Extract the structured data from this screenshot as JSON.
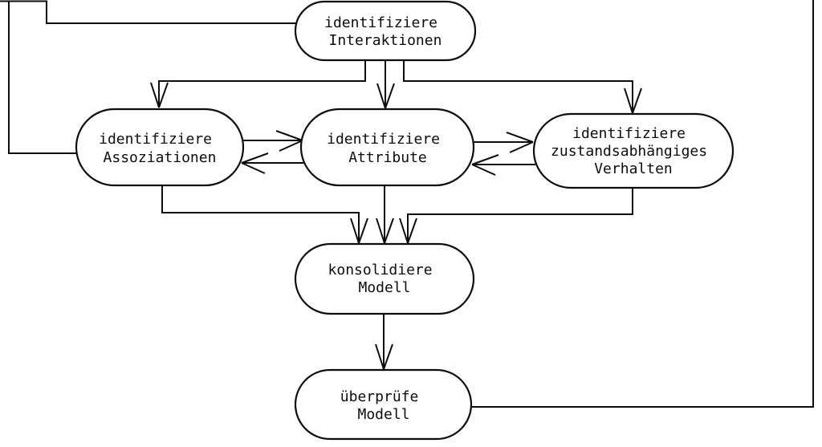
{
  "canvas": {
    "background": "#ffffff",
    "line_color": "#0d0d0d",
    "text_color": "#0d0d0d"
  },
  "nodes": {
    "interaktionen": {
      "line1": "identifiziere",
      "line2": "Interaktionen"
    },
    "assoziationen": {
      "line1": "identifiziere",
      "line2": "Assoziationen"
    },
    "attribute": {
      "line1": "identifiziere",
      "line2": "Attribute"
    },
    "verhalten": {
      "line1": "identifiziere",
      "line2": "zustandsabhängiges",
      "line3": "Verhalten"
    },
    "konsolidiere": {
      "line1": "konsolidiere",
      "line2": "Modell"
    },
    "ueberpruefe": {
      "line1": "überprüfe",
      "line2": "Modell"
    }
  },
  "edges": [
    {
      "from": "feedback-top",
      "to": "identifiziere Interaktionen",
      "arrow": false
    },
    {
      "from": "feedback-top",
      "to": "identifiziere Assoziationen",
      "arrow": false
    },
    {
      "from": "identifiziere Interaktionen",
      "to": "identifiziere Assoziationen",
      "arrow": true
    },
    {
      "from": "identifiziere Interaktionen",
      "to": "identifiziere Attribute",
      "arrow": true
    },
    {
      "from": "identifiziere Interaktionen",
      "to": "identifiziere zustandsabhängiges Verhalten",
      "arrow": true
    },
    {
      "from": "identifiziere Assoziationen",
      "to": "identifiziere Attribute",
      "arrow": true
    },
    {
      "from": "identifiziere Attribute",
      "to": "identifiziere Assoziationen",
      "arrow": true
    },
    {
      "from": "identifiziere Attribute",
      "to": "identifiziere zustandsabhängiges Verhalten",
      "arrow": true
    },
    {
      "from": "identifiziere zustandsabhängiges Verhalten",
      "to": "identifiziere Attribute",
      "arrow": true
    },
    {
      "from": "identifiziere Assoziationen",
      "to": "konsolidiere Modell",
      "arrow": true
    },
    {
      "from": "identifiziere Attribute",
      "to": "konsolidiere Modell",
      "arrow": true
    },
    {
      "from": "identifiziere zustandsabhängiges Verhalten",
      "to": "konsolidiere Modell",
      "arrow": true
    },
    {
      "from": "konsolidiere Modell",
      "to": "überprüfe Modell",
      "arrow": true
    },
    {
      "from": "überprüfe Modell",
      "to": "feedback-top",
      "arrow": false
    }
  ]
}
